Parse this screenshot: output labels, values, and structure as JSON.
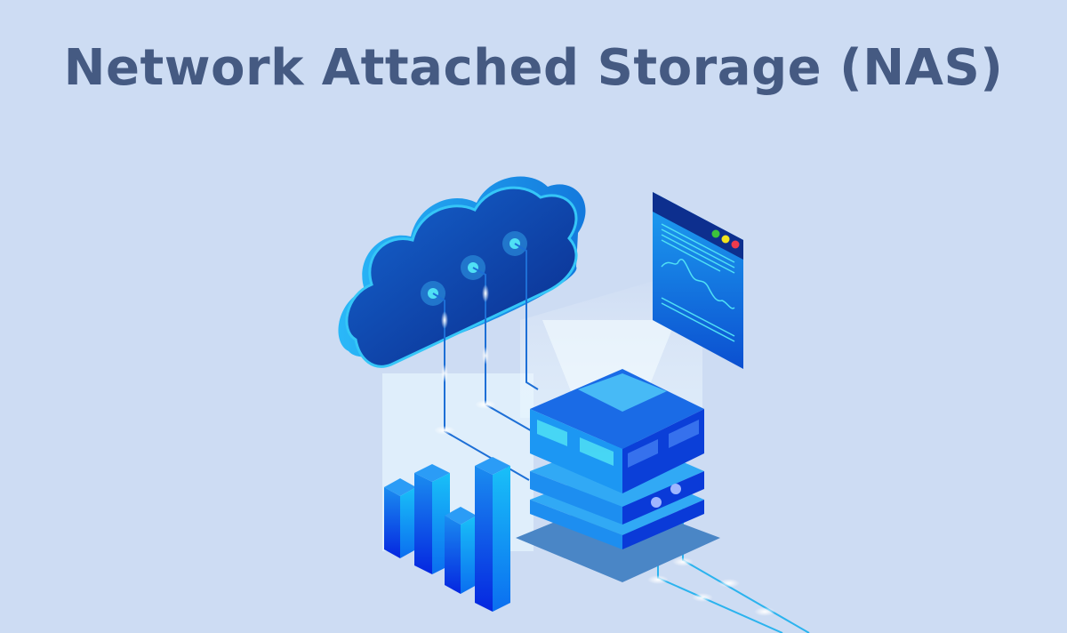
{
  "title": "Network Attached Storage (NAS)",
  "colors": {
    "background": "#cddcf3",
    "title": "#455a82",
    "cloud_dark": "#0a3a9e",
    "cloud_edge": "#29b6f6",
    "server_light": "#1e9cf5",
    "server_dark": "#0a3ad8",
    "shadow": "#4a86c6",
    "window_dots": [
      "#3cc43c",
      "#f2e41e",
      "#ee3b4c"
    ]
  },
  "illustration": {
    "elements": [
      "cloud",
      "server",
      "bar-chart",
      "monitor-window",
      "connection-lines"
    ],
    "monitor_window": {
      "controls": [
        "green",
        "yellow",
        "red"
      ]
    },
    "bar_chart": {
      "bars": 4
    }
  }
}
